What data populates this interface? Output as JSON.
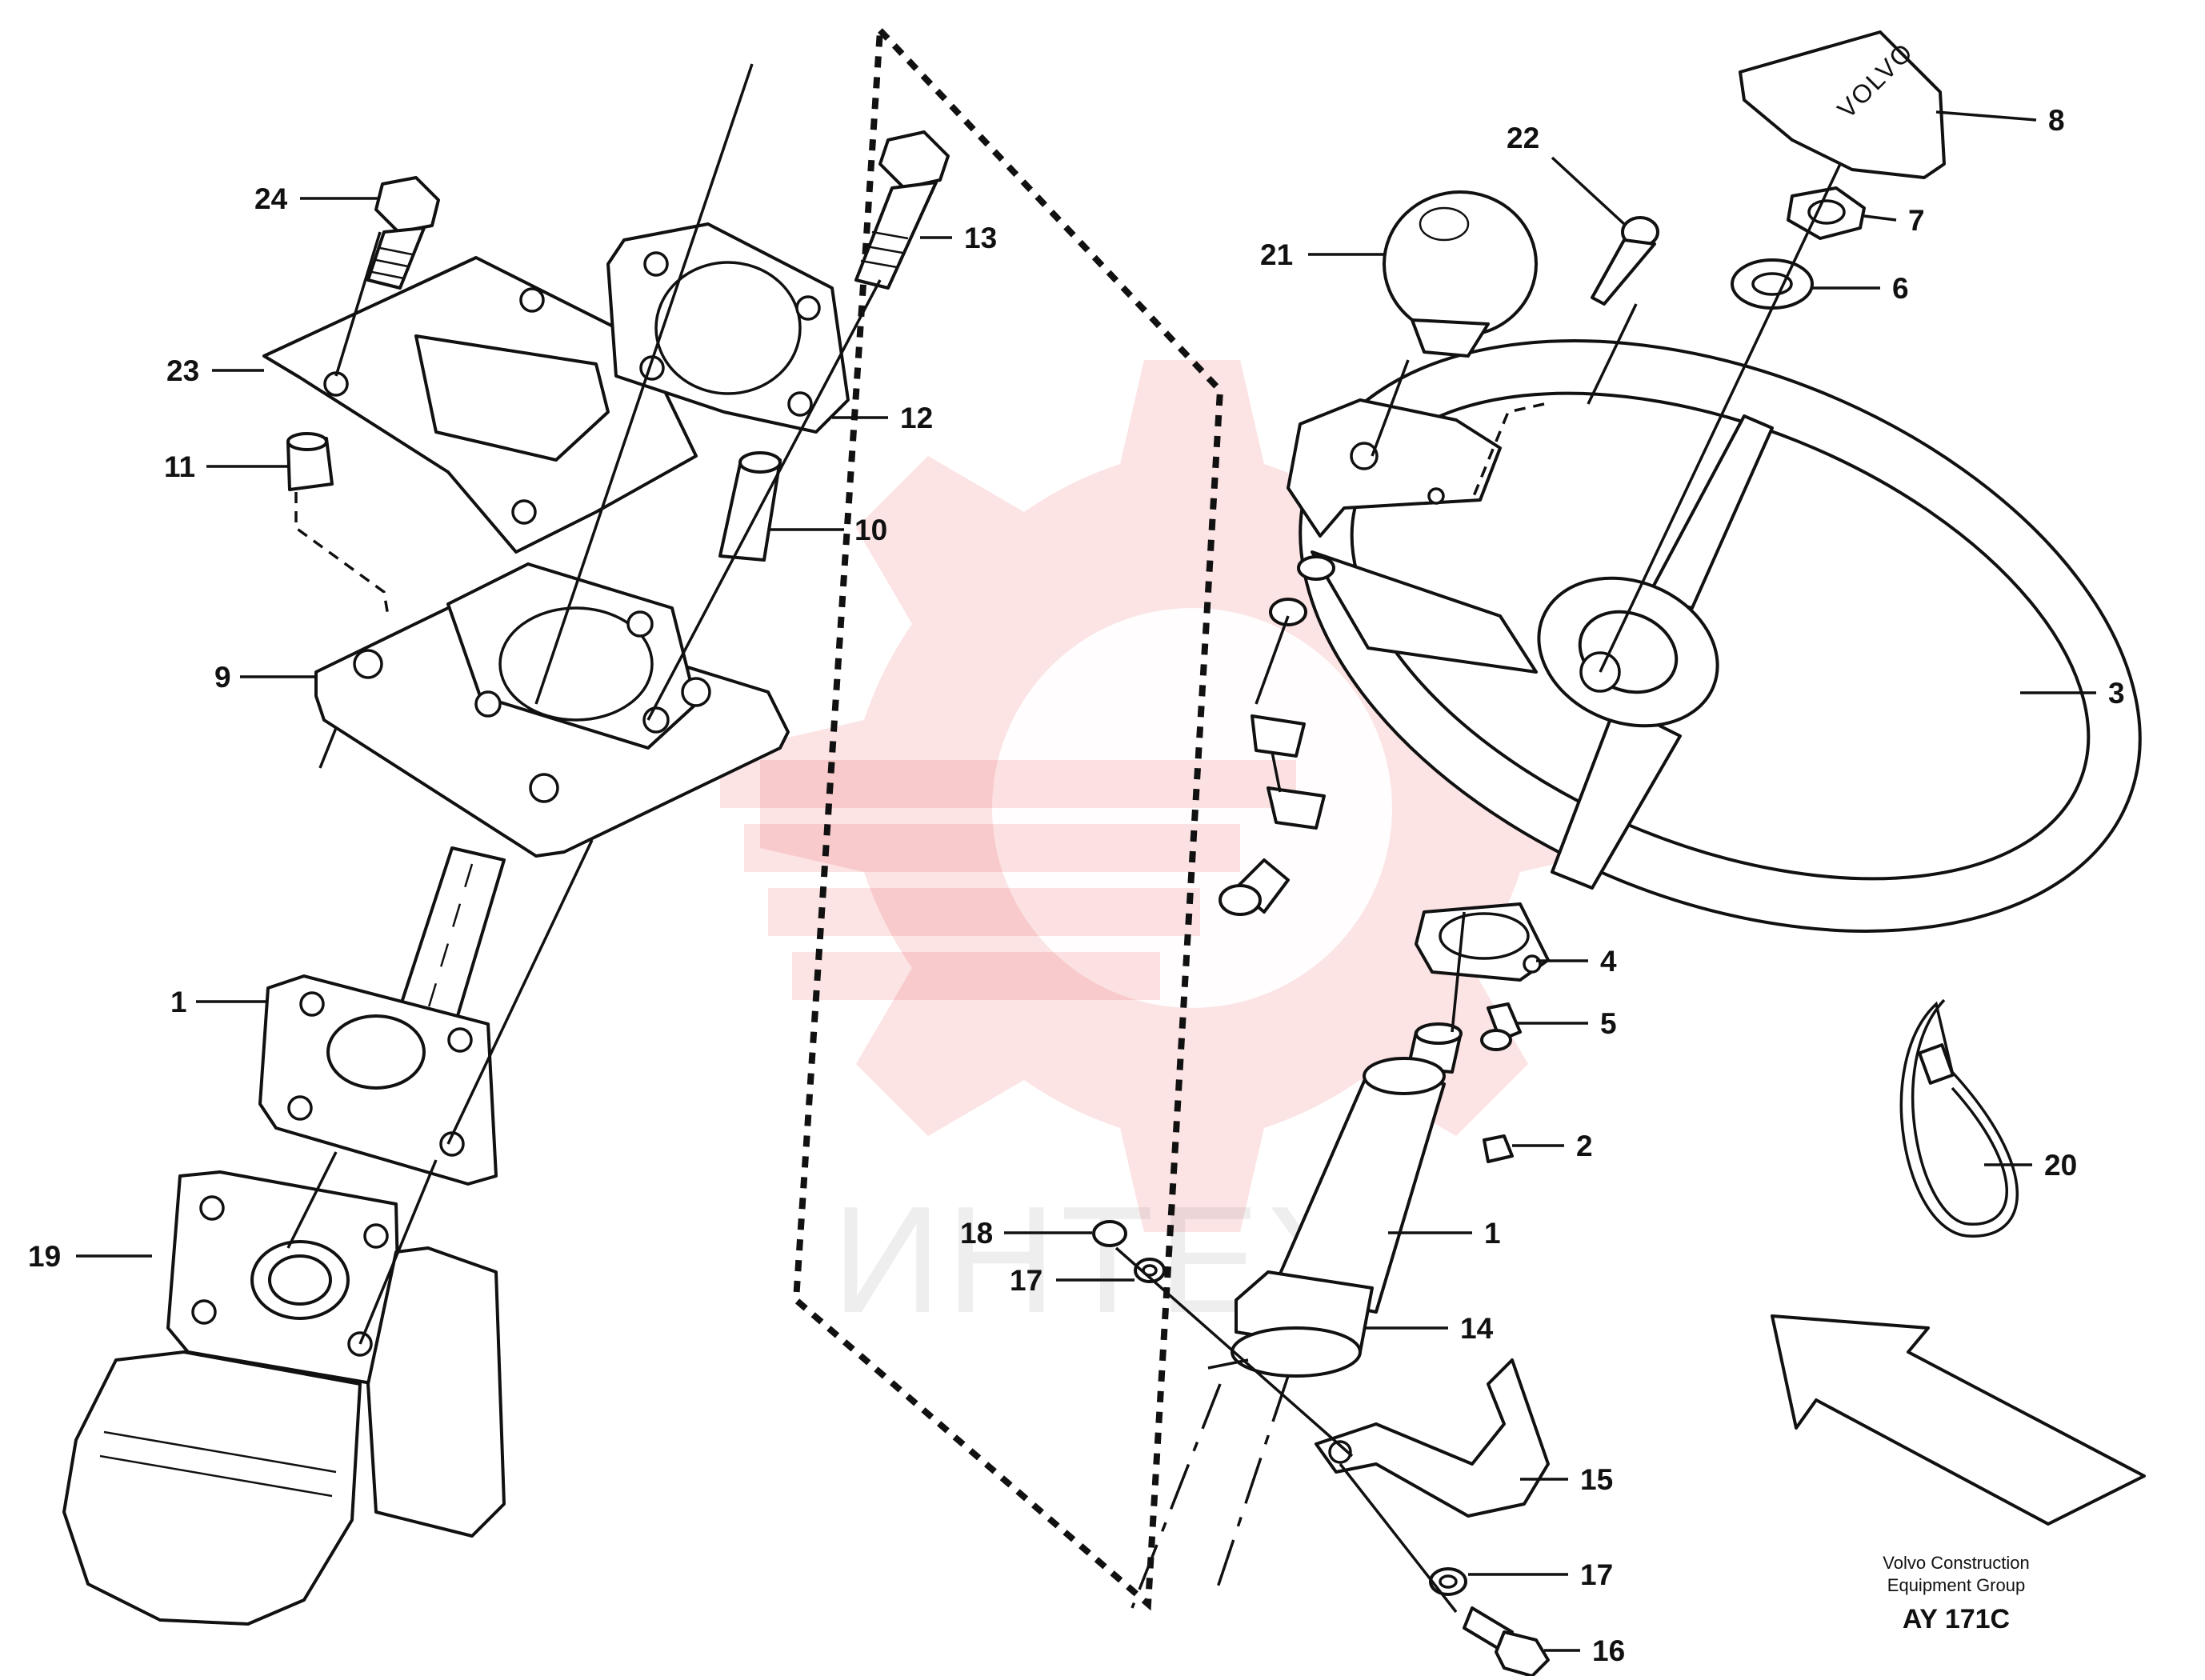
{
  "watermark": {
    "text": "ИНТЕХ"
  },
  "logo": {
    "brand": "VOLVO"
  },
  "labels": [
    {
      "id": "24",
      "text": "24"
    },
    {
      "id": "13",
      "text": "13"
    },
    {
      "id": "23",
      "text": "23"
    },
    {
      "id": "12",
      "text": "12"
    },
    {
      "id": "11",
      "text": "11"
    },
    {
      "id": "10",
      "text": "10"
    },
    {
      "id": "9",
      "text": "9"
    },
    {
      "id": "1a",
      "text": "1"
    },
    {
      "id": "19",
      "text": "19"
    },
    {
      "id": "22",
      "text": "22"
    },
    {
      "id": "21",
      "text": "21"
    },
    {
      "id": "8",
      "text": "8"
    },
    {
      "id": "7",
      "text": "7"
    },
    {
      "id": "6",
      "text": "6"
    },
    {
      "id": "3",
      "text": "3"
    },
    {
      "id": "4",
      "text": "4"
    },
    {
      "id": "5",
      "text": "5"
    },
    {
      "id": "2",
      "text": "2"
    },
    {
      "id": "20",
      "text": "20"
    },
    {
      "id": "1b",
      "text": "1"
    },
    {
      "id": "18",
      "text": "18"
    },
    {
      "id": "17a",
      "text": "17"
    },
    {
      "id": "14",
      "text": "14"
    },
    {
      "id": "15",
      "text": "15"
    },
    {
      "id": "17b",
      "text": "17"
    },
    {
      "id": "16",
      "text": "16"
    }
  ],
  "caption": {
    "line1": "Volvo Construction",
    "line2": "Equipment Group",
    "code": "AY 171C"
  }
}
